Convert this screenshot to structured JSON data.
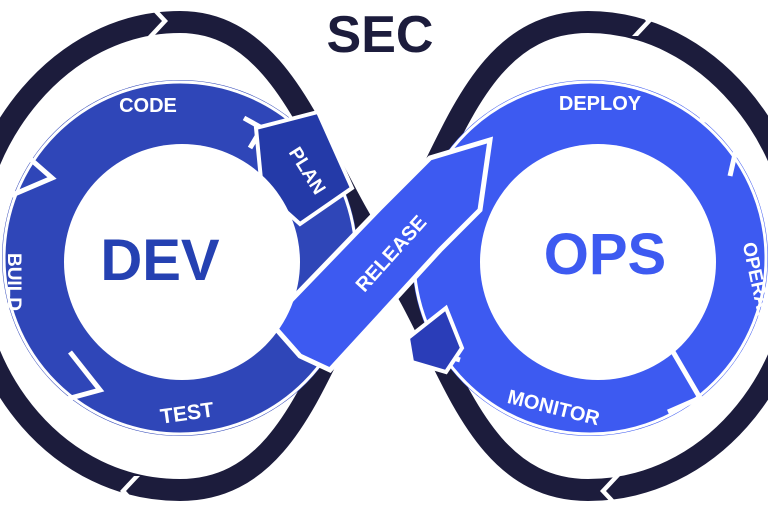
{
  "title": "SEC",
  "left_loop": {
    "center_label": "DEV",
    "stages": [
      "CODE",
      "PLAN",
      "BUILD",
      "TEST"
    ]
  },
  "bridge": {
    "label": "RELEASE"
  },
  "right_loop": {
    "center_label": "OPS",
    "stages": [
      "DEPLOY",
      "OPERATE",
      "MONITOR"
    ]
  },
  "colors": {
    "outline": "#1c1c3c",
    "dev_dark": "#2437a0",
    "dev_mid": "#2f46b8",
    "ops_blue": "#3d5af1",
    "ops_light": "#4a66ff",
    "label_white": "#ffffff",
    "center_text": "#2541b2"
  }
}
